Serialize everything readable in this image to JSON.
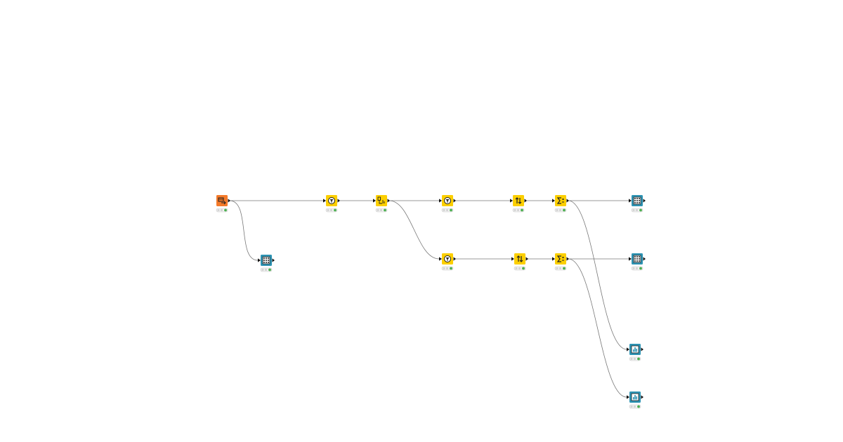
{
  "workflow": {
    "nodes": [
      {
        "id": "n1",
        "kind": "reader",
        "icon": "table-reader-icon",
        "color": "#f47a2a",
        "status": "executed"
      },
      {
        "id": "n2",
        "kind": "view",
        "icon": "table-view-icon",
        "color": "#2e94b4",
        "status": "executed"
      },
      {
        "id": "n3",
        "kind": "transform",
        "icon": "filter-icon",
        "color": "#fccf00",
        "status": "executed"
      },
      {
        "id": "n4",
        "kind": "transform",
        "icon": "splitter-icon",
        "color": "#fccf00",
        "status": "executed"
      },
      {
        "id": "n5",
        "kind": "transform",
        "icon": "filter-icon",
        "color": "#fccf00",
        "status": "executed"
      },
      {
        "id": "n6",
        "kind": "transform",
        "icon": "sorter-icon",
        "color": "#fccf00",
        "status": "executed"
      },
      {
        "id": "n7",
        "kind": "transform",
        "icon": "aggregator-icon",
        "color": "#fccf00",
        "status": "executed"
      },
      {
        "id": "n8",
        "kind": "view",
        "icon": "table-view-icon",
        "color": "#2e94b4",
        "status": "executed"
      },
      {
        "id": "n9",
        "kind": "transform",
        "icon": "filter-icon",
        "color": "#fccf00",
        "status": "executed"
      },
      {
        "id": "n10",
        "kind": "transform",
        "icon": "sorter-icon",
        "color": "#fccf00",
        "status": "executed"
      },
      {
        "id": "n11",
        "kind": "transform",
        "icon": "aggregator-icon",
        "color": "#fccf00",
        "status": "executed"
      },
      {
        "id": "n12",
        "kind": "view",
        "icon": "table-view-icon",
        "color": "#2e94b4",
        "status": "executed"
      },
      {
        "id": "n13",
        "kind": "view",
        "icon": "bar-chart-icon",
        "color": "#2e94b4",
        "status": "executed"
      },
      {
        "id": "n14",
        "kind": "view",
        "icon": "bar-chart-icon",
        "color": "#2e94b4",
        "status": "executed"
      }
    ],
    "connections": [
      [
        "n1",
        "n3"
      ],
      [
        "n1",
        "n2"
      ],
      [
        "n3",
        "n4"
      ],
      [
        "n4",
        "n5"
      ],
      [
        "n4",
        "n9"
      ],
      [
        "n5",
        "n6"
      ],
      [
        "n6",
        "n7"
      ],
      [
        "n7",
        "n8"
      ],
      [
        "n7",
        "n13"
      ],
      [
        "n9",
        "n10"
      ],
      [
        "n10",
        "n11"
      ],
      [
        "n11",
        "n12"
      ],
      [
        "n11",
        "n14"
      ]
    ],
    "colors": {
      "connection": "#777777",
      "status_ok": "#4caf50",
      "status_slot": "#d4d4d4"
    }
  }
}
